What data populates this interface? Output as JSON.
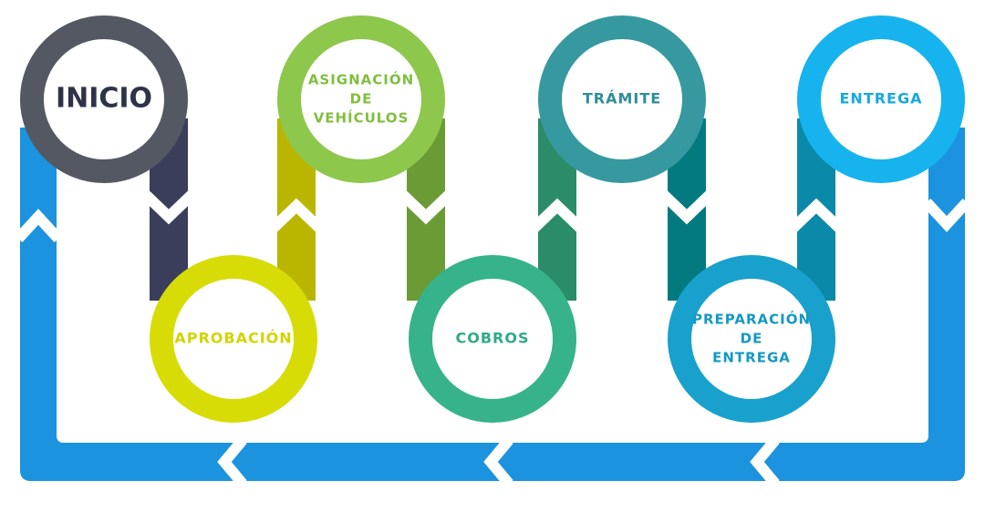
{
  "steps": [
    {
      "id": "inicio",
      "lines": [
        "INICIO"
      ],
      "color": "#545863",
      "text_color": "#2e3349"
    },
    {
      "id": "aprobacion",
      "lines": [
        "APROBACIÓN"
      ],
      "color": "#d7dc06",
      "text_color": "#d2d400"
    },
    {
      "id": "asignacion-vehiculos",
      "lines": [
        "ASIGNACIÓN",
        "DE",
        "VEHÍCULOS"
      ],
      "color": "#8dc74b",
      "text_color": "#7fbf3f"
    },
    {
      "id": "cobros",
      "lines": [
        "COBROS"
      ],
      "color": "#36b38b",
      "text_color": "#2faa88"
    },
    {
      "id": "tramite",
      "lines": [
        "TRÁMITE"
      ],
      "color": "#36999f",
      "text_color": "#2e8e96"
    },
    {
      "id": "preparacion-entrega",
      "lines": [
        "PREPARACIÓN",
        "DE",
        "ENTREGA"
      ],
      "color": "#18a1cc",
      "text_color": "#1398c6"
    },
    {
      "id": "entrega",
      "lines": [
        "ENTREGA"
      ],
      "color": "#16b3ee",
      "text_color": "#16a8e3"
    }
  ],
  "connectors": [
    {
      "from": "inicio",
      "to": "aprobacion",
      "color": "#3a3e5a"
    },
    {
      "from": "aprobacion",
      "to": "asignacion-vehiculos",
      "color": "#bab600"
    },
    {
      "from": "asignacion-vehiculos",
      "to": "cobros",
      "color": "#6b9b35"
    },
    {
      "from": "cobros",
      "to": "tramite",
      "color": "#2b8c69"
    },
    {
      "from": "tramite",
      "to": "preparacion-entrega",
      "color": "#027a80"
    },
    {
      "from": "preparacion-entrega",
      "to": "entrega",
      "color": "#0a89a8"
    }
  ],
  "return_loop": {
    "color": "#1b93df",
    "direction": "entrega-to-inicio"
  }
}
